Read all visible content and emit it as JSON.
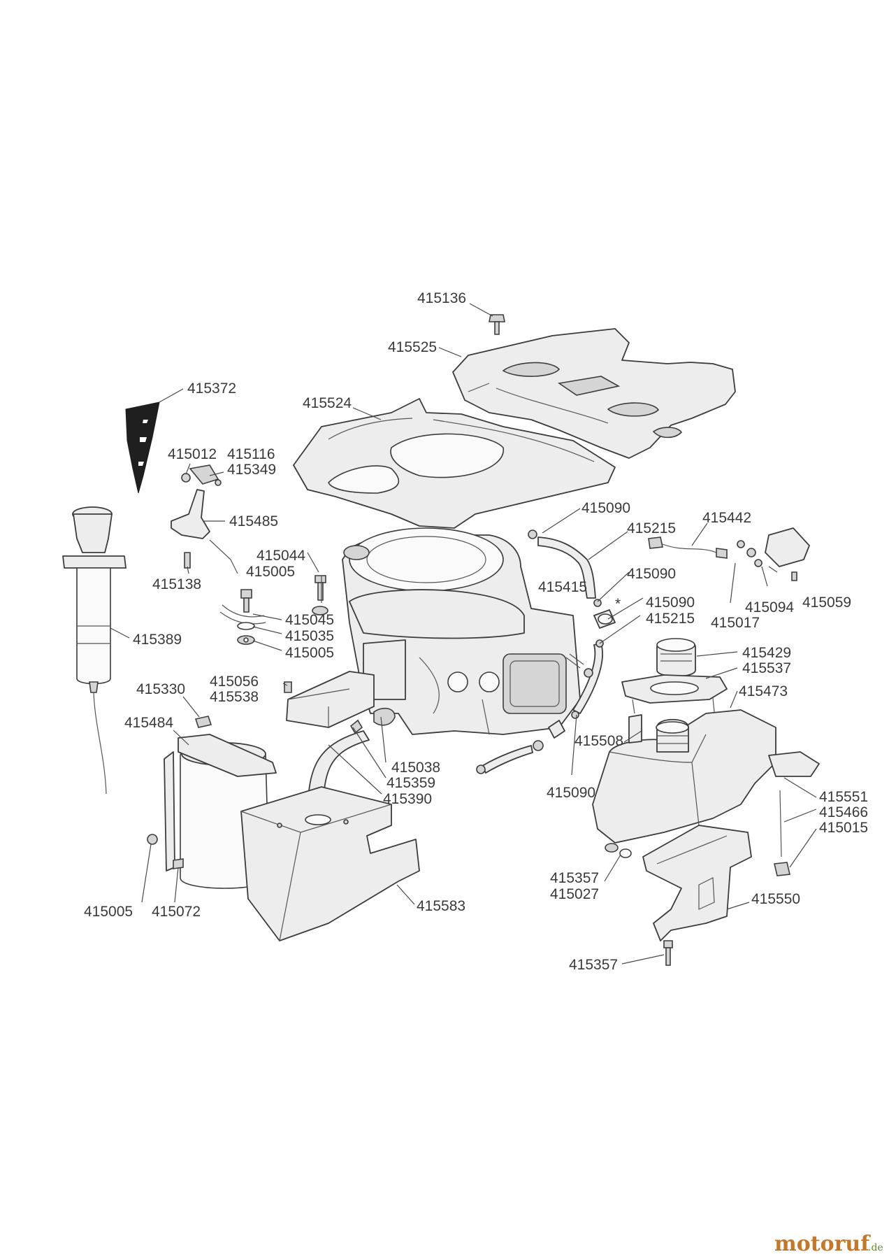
{
  "watermark": {
    "main": "motoruf",
    "suffix": ".de"
  },
  "parts": {
    "p415136": "415136",
    "p415525": "415525",
    "p415372": "415372",
    "p415524": "415524",
    "p415012": "415012",
    "p415116": "415116",
    "p415349": "415349",
    "p415485": "415485",
    "p415138": "415138",
    "p415044": "415044",
    "p415005_a": "415005",
    "p415090_a": "415090",
    "p415215_a": "415215",
    "p415442": "415442",
    "p415090_b": "415090",
    "p415415": "415415",
    "p415090_c": "415090",
    "p415215_b": "415215",
    "p415094": "415094",
    "p415059": "415059",
    "p415017": "415017",
    "p415389": "415389",
    "p415045": "415045",
    "p415035": "415035",
    "p415005_b": "415005",
    "p415429": "415429",
    "p415537": "415537",
    "p415473": "415473",
    "p415330": "415330",
    "p415056": "415056",
    "p415538": "415538",
    "p415484": "415484",
    "p415508": "415508",
    "p415038": "415038",
    "p415359": "415359",
    "p415390": "415390",
    "p415090_d": "415090",
    "p415551": "415551",
    "p415466": "415466",
    "p415015": "415015",
    "p415357_a": "415357",
    "p415027": "415027",
    "p415550": "415550",
    "p415005_c": "415005",
    "p415072": "415072",
    "p415583": "415583",
    "p415357_b": "415357"
  }
}
